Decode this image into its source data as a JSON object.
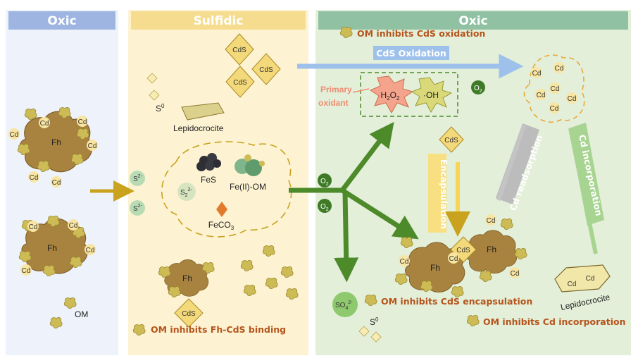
{
  "panels": {
    "left_title": "Oxic",
    "middle_title": "Sulfidic",
    "right_title": "Oxic"
  },
  "left": {
    "fh": "Fh",
    "cd": "Cd",
    "om": "OM"
  },
  "middle": {
    "cds": "CdS",
    "s0": "S",
    "s0_sup": "0",
    "lepidocrocite": "Lepidocrocite",
    "s2": "S",
    "s2_sup": "2-",
    "s22": "S",
    "s22_sub": "2",
    "s22_sup": "2-",
    "fes": "FeS",
    "feom": "Fe(II)-OM",
    "feco3": "FeCO",
    "feco3_sub": "3",
    "fh": "Fh",
    "note_fh_cds": "OM inhibits Fh-CdS binding"
  },
  "right": {
    "note_cds_oxidation": "OM inhibits CdS oxidation",
    "cds_oxidation_label": "CdS Oxidation",
    "primary_oxidant_line1": "Primary",
    "primary_oxidant_line2": "oxidant",
    "h2o2": "H",
    "h2o2_sub1": "2",
    "h2o2_o": "O",
    "h2o2_sub2": "2",
    "oh": "·OH",
    "o2": "O",
    "o2_sub": "2",
    "cds": "CdS",
    "cd": "Cd",
    "encapsulation": "Encapsulation",
    "cd_readsorption": "Cd readsorption",
    "cd_incorporation": "Cd incorporation",
    "fh": "Fh",
    "lepidocrocite": "Lepidocrocite",
    "so4": "SO",
    "so4_sub": "4",
    "so4_sup": "2-",
    "s0": "S",
    "s0_sup": "0",
    "note_cds_encapsulation": "OM inhibits CdS encapsulation",
    "note_cd_incorporation": "OM inhibits Cd incorporation"
  },
  "colors": {
    "oxic_bg": "#eef2fa",
    "sulfidic_bg": "#fdf3d2",
    "oxic_right_bg": "#e3efd9",
    "oxic_header": "#9db5e0",
    "sulfidic_header": "#f6dc8f",
    "oxic_right_header": "#8fc1a2",
    "fh_brown": "#a8823f",
    "om_yellow": "#cdbb55",
    "dark_green_arrow": "#4d8a2a",
    "yellow_arrow": "#c9a21e",
    "blue_arrow": "#9ec1ec",
    "note_text": "#b5541c"
  }
}
